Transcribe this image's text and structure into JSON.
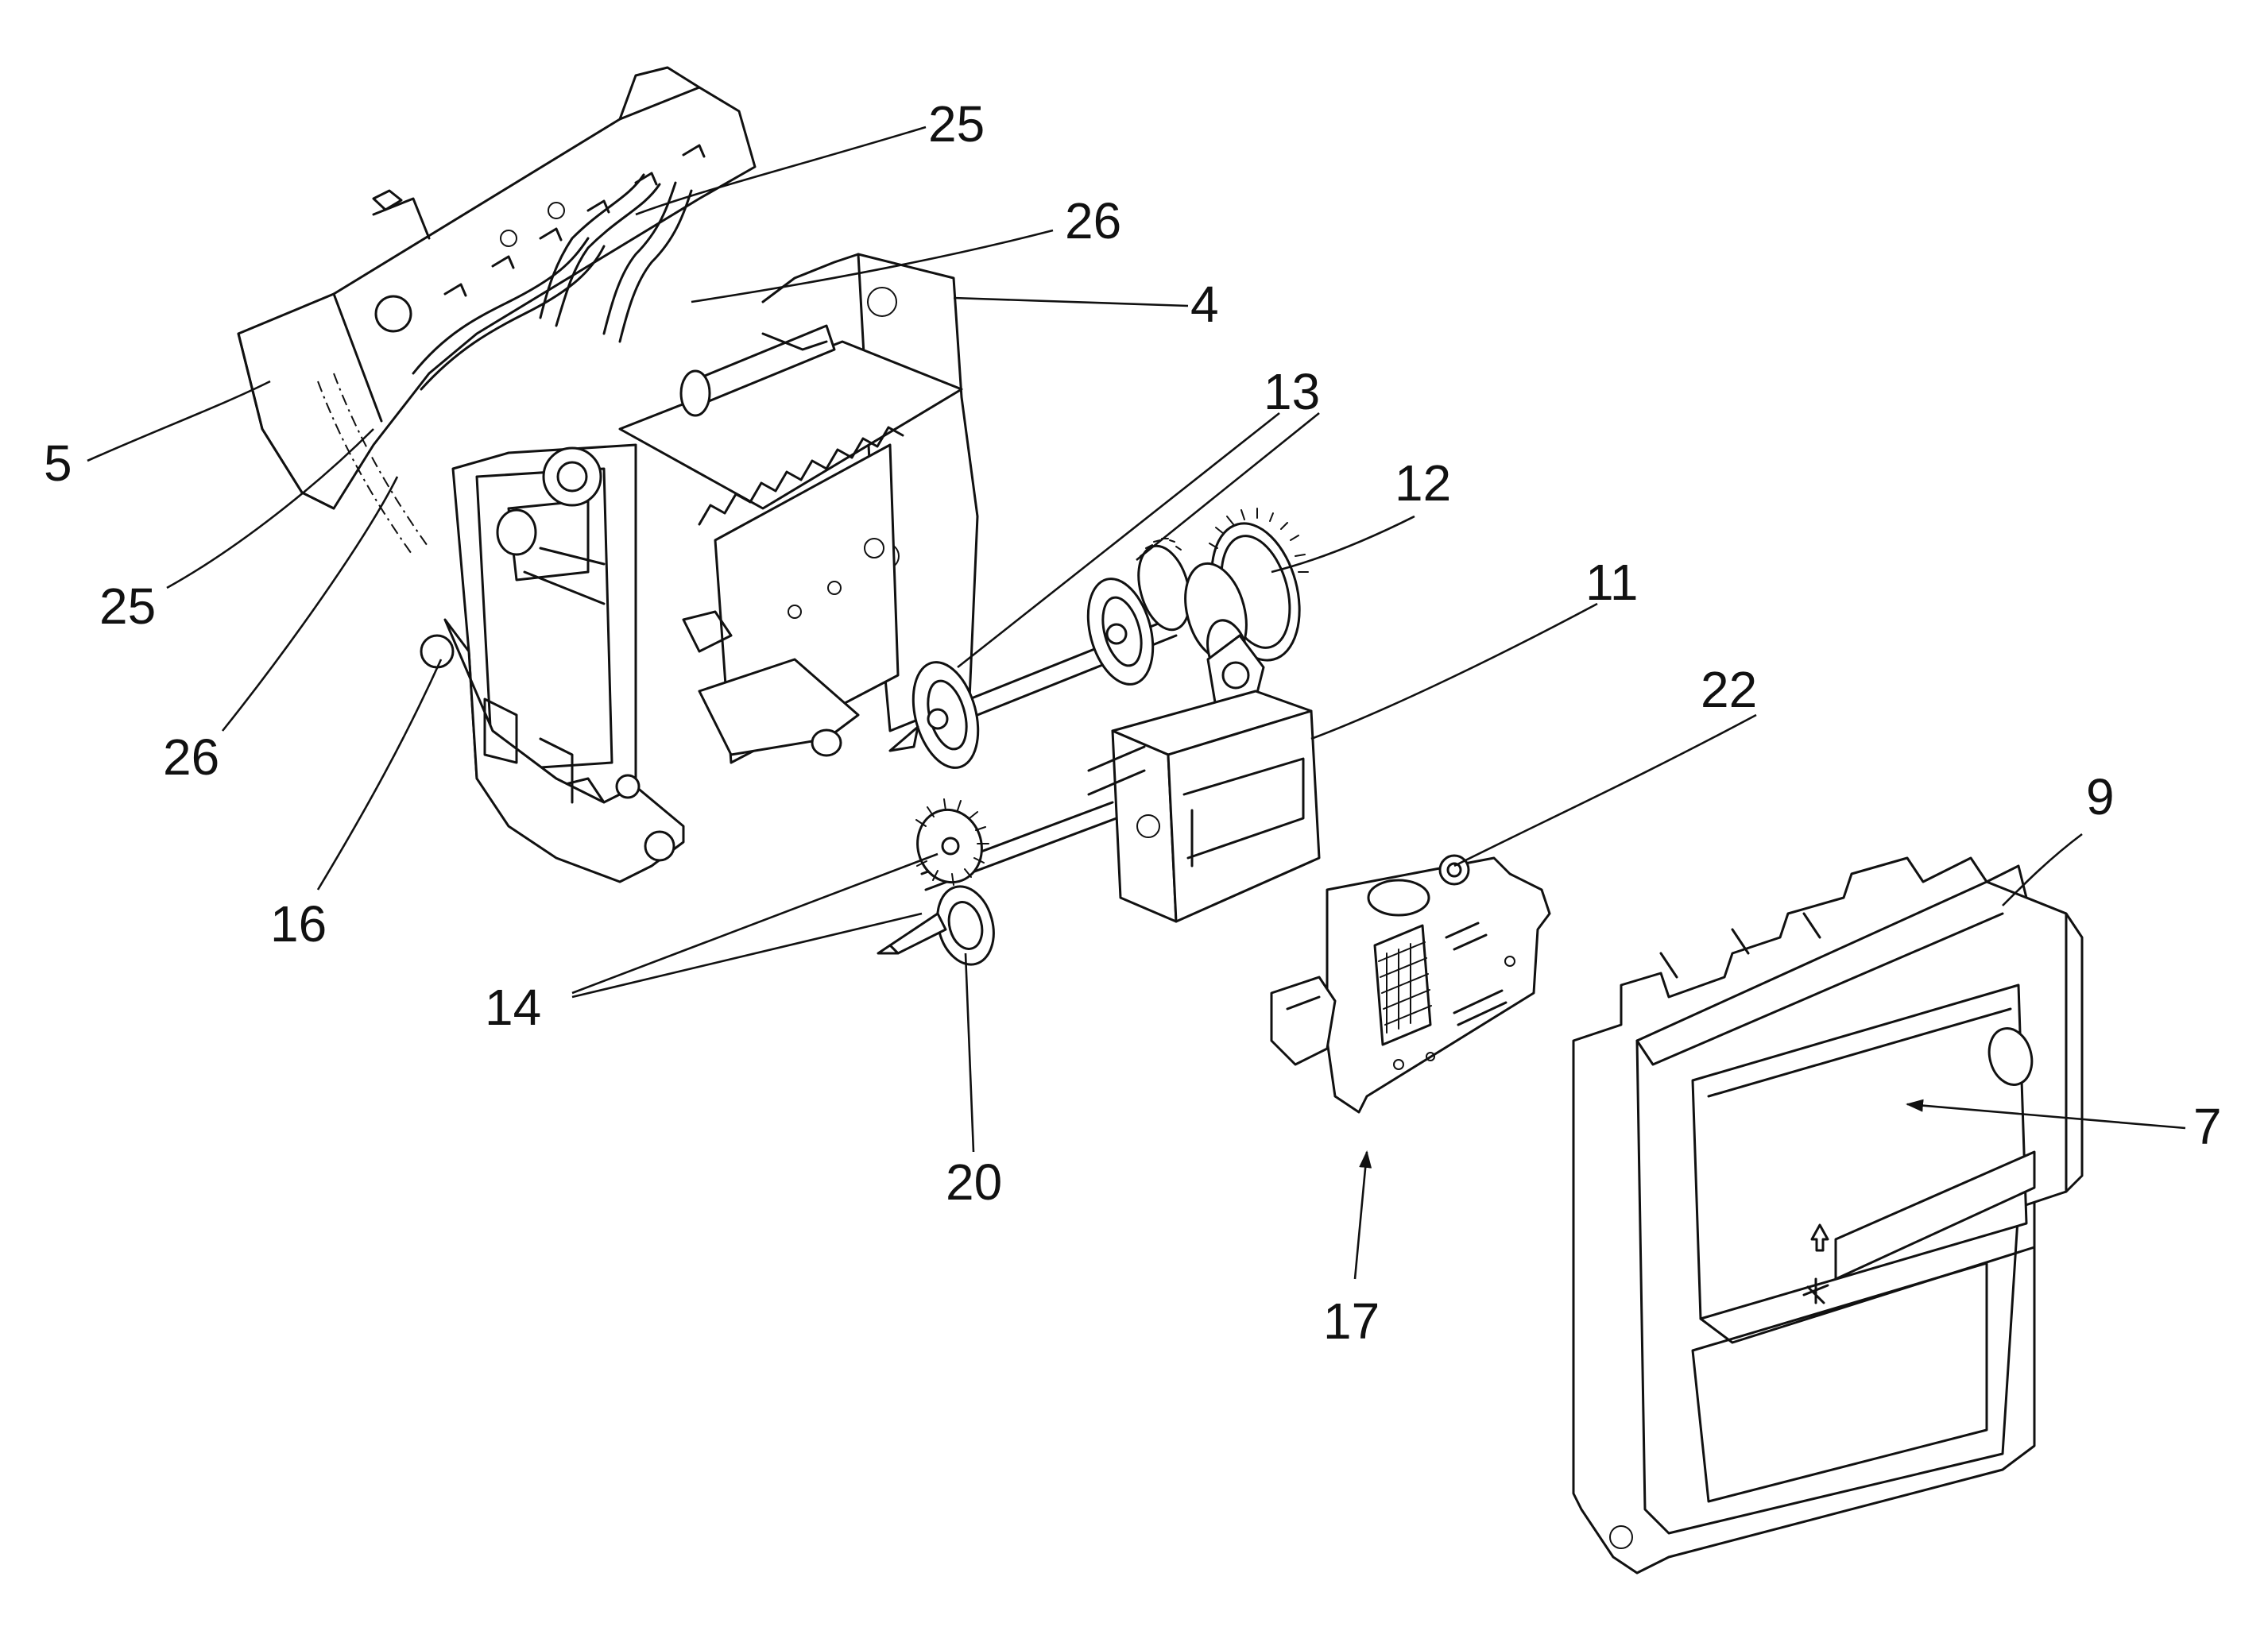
{
  "figure": {
    "labels": [
      "25",
      "26",
      "4",
      "5",
      "13",
      "12",
      "11",
      "25",
      "26",
      "22",
      "16",
      "9",
      "14",
      "20",
      "7",
      "17"
    ]
  }
}
